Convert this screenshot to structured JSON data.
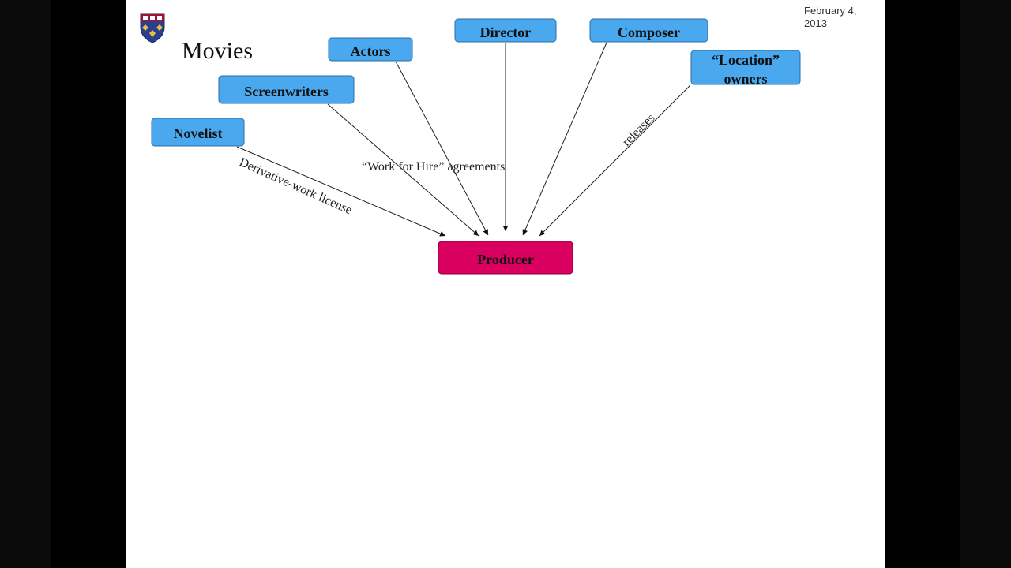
{
  "slide": {
    "date": "February 4, 2013",
    "title": "Movies"
  },
  "diagram": {
    "nodes": {
      "novelist": "Novelist",
      "screenwriters": "Screenwriters",
      "actors": "Actors",
      "director": "Director",
      "composer": "Composer",
      "location_owners_line1": "“Location”",
      "location_owners_line2": "owners",
      "producer": "Producer"
    },
    "edge_labels": {
      "derivative": "Derivative-work license",
      "work_for_hire": "“Work for Hire” agreements",
      "releases": "releases"
    },
    "colors": {
      "contributor_fill": "#4aa8ef",
      "producer_fill": "#d9005f"
    }
  }
}
